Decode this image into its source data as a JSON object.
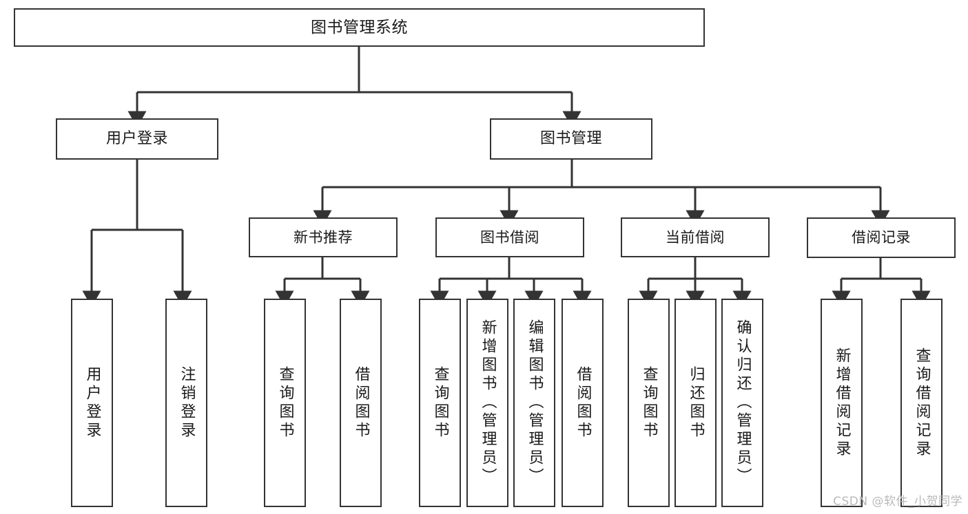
{
  "diagram": {
    "title": "图书管理系统",
    "type": "tree",
    "watermark": "CSDN @软件_小贺同学",
    "colors": {
      "background": "#ffffff",
      "box_border": "#333333",
      "box_fill": "#ffffff",
      "edge": "#333333",
      "text": "#1a1a1a",
      "watermark": "#b9b9b9"
    },
    "nodes": {
      "root": {
        "label": "图书管理系统"
      },
      "level2": [
        {
          "id": "user_login",
          "label": "用户登录"
        },
        {
          "id": "book_manage",
          "label": "图书管理"
        }
      ],
      "level3": [
        {
          "id": "new_book",
          "label": "新书推荐"
        },
        {
          "id": "book_borrow",
          "label": "图书借阅"
        },
        {
          "id": "current_borrow",
          "label": "当前借阅"
        },
        {
          "id": "borrow_record",
          "label": "借阅记录"
        }
      ],
      "leaves": {
        "user_login": [
          {
            "id": "leaf_user_login",
            "label": "用户登录"
          },
          {
            "id": "leaf_user_logout",
            "label": "注销登录"
          }
        ],
        "new_book": [
          {
            "id": "leaf_query_book_1",
            "label": "查询图书"
          },
          {
            "id": "leaf_borrow_book_1",
            "label": "借阅图书"
          }
        ],
        "book_borrow": [
          {
            "id": "leaf_query_book_2",
            "label": "查询图书"
          },
          {
            "id": "leaf_add_book",
            "label": "新增图书（管理员）"
          },
          {
            "id": "leaf_edit_book",
            "label": "编辑图书（管理员）"
          },
          {
            "id": "leaf_borrow_book_2",
            "label": "借阅图书"
          }
        ],
        "current_borrow": [
          {
            "id": "leaf_query_book_3",
            "label": "查询图书"
          },
          {
            "id": "leaf_return_book",
            "label": "归还图书"
          },
          {
            "id": "leaf_confirm_return",
            "label": "确认归还（管理员）"
          }
        ],
        "borrow_record": [
          {
            "id": "leaf_add_record",
            "label": "新增借阅记录"
          },
          {
            "id": "leaf_query_record",
            "label": "查询借阅记录"
          }
        ]
      }
    }
  }
}
